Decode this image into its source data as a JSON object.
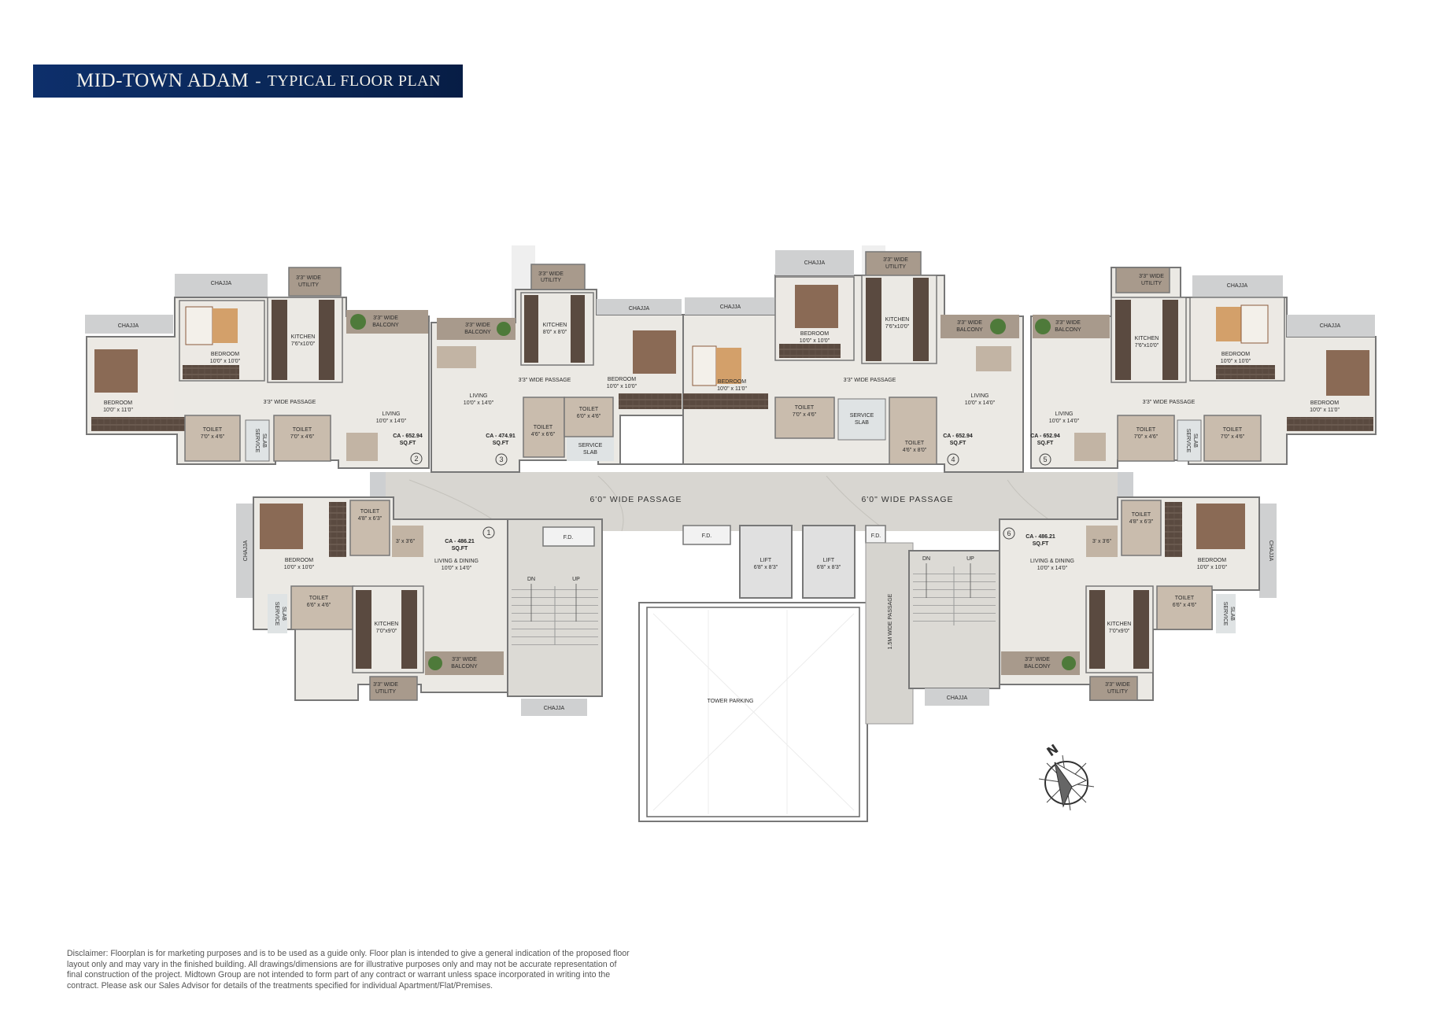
{
  "title": {
    "main": "MID-TOWN ADAM",
    "separator": "-",
    "sub": "TYPICAL FLOOR PLAN",
    "bg_color": "#0b2a5e"
  },
  "colors": {
    "wall": "#ffffff",
    "wall_outline": "#6b6b6b",
    "floor_marble": "#e9e7e2",
    "passage": "#d6d4cf",
    "chajja": "#cfd0d1",
    "toilet_floor": "#c9bcad",
    "balcony_floor": "#a89a8c",
    "wardrobe": "#5a4a40",
    "window": "#bfe3ea",
    "bed_cover": "#8a6a55"
  },
  "common": {
    "passage_left": "6'0\" WIDE PASSAGE",
    "passage_right": "6'0\" WIDE PASSAGE",
    "fd": "F.D.",
    "lift_label": "LIFT",
    "lift1_dim": "6'8\" x 8'3\"",
    "lift2_dim": "6'8\" x 8'3\"",
    "stair_dn": "DN",
    "stair_up": "UP",
    "chajja": "CHAJJA",
    "side_passage": "1.5M WIDE PASSAGE",
    "tower_parking": "TOWER PARKING",
    "compass_n": "N"
  },
  "units": {
    "u1": {
      "no": "1",
      "carpet": "CA - 486.21",
      "sqft": "SQ.FT",
      "bedroom": "BEDROOM",
      "bedroom_dim": "10'0\" x 10'0\"",
      "toilet1": "TOILET",
      "toilet1_dim": "4'8\" x 6'3\"",
      "toilet2": "TOILET",
      "toilet2_dim": "6'6\" x 4'6\"",
      "living": "LIVING & DINING",
      "living_dim": "10'0\" x 14'0\"",
      "kitchen": "KITCHEN",
      "kitchen_dim": "7'0\"x9'0\"",
      "balcony": "3'3\" WIDE",
      "balcony2": "BALCONY",
      "utility": "3'3\" WIDE",
      "utility2": "UTILITY",
      "service": "SERVICE",
      "service2": "SLAB",
      "chajja": "CHAJJA",
      "dining_dim": "3' x 3'6\""
    },
    "u2": {
      "no": "2",
      "carpet": "CA - 652.94",
      "sqft": "SQ.FT",
      "bedroom1": "BEDROOM",
      "bedroom1_dim": "10'0\" x 11'0\"",
      "bedroom2": "BEDROOM",
      "bedroom2_dim": "10'0\" x 10'0\"",
      "kitchen": "KITCHEN",
      "kitchen_dim": "7'6\"x10'0\"",
      "utility": "3'3\" WIDE",
      "utility2": "UTILITY",
      "balcony": "3'3\" WIDE",
      "balcony2": "BALCONY",
      "passage": "3'3\" WIDE PASSAGE",
      "toilet1": "TOILET",
      "toilet1_dim": "7'0\" x 4'6\"",
      "toilet2": "TOILET",
      "toilet2_dim": "7'0\" x 4'6\"",
      "service": "SERVICE",
      "service2": "SLAB",
      "living": "LIVING",
      "living_dim": "10'0\" x 14'0\"",
      "chajja1": "CHAJJA",
      "chajja2": "CHAJJA"
    },
    "u3": {
      "no": "3",
      "carpet": "CA - 474.91",
      "sqft": "SQ.FT",
      "balcony": "3'3\" WIDE",
      "balcony2": "BALCONY",
      "utility": "3'3\" WIDE",
      "utility2": "UTILITY",
      "kitchen": "KITCHEN",
      "kitchen_dim": "8'0\" x 8'0\"",
      "passage": "3'3\" WIDE PASSAGE",
      "living": "LIVING",
      "living_dim": "10'0\" x 14'0\"",
      "bedroom": "BEDROOM",
      "bedroom_dim": "10'0\" x 10'0\"",
      "toilet1": "TOILET",
      "toilet1_dim": "4'6\" x 6'6\"",
      "toilet2": "TOILET",
      "toilet2_dim": "6'0\" x 4'6\"",
      "service": "SERVICE",
      "service2": "SLAB",
      "chajja": "CHAJJA"
    },
    "u4": {
      "no": "4",
      "carpet": "CA - 652.94",
      "sqft": "SQ.FT",
      "bedroom1": "BEDROOM",
      "bedroom1_dim": "10'0\" x 11'0\"",
      "bedroom2": "BEDROOM",
      "bedroom2_dim": "10'0\" x 10'0\"",
      "kitchen": "KITCHEN",
      "kitchen_dim": "7'6\"x10'0\"",
      "utility": "3'3\" WIDE",
      "utility2": "UTILITY",
      "balcony": "3'3\" WIDE",
      "balcony2": "BALCONY",
      "passage": "3'3\" WIDE PASSAGE",
      "toilet1": "TOILET",
      "toilet1_dim": "7'0\" x 4'6\"",
      "toilet2": "TOILET",
      "toilet2_dim": "4'6\" x 8'0\"",
      "service": "SERVICE",
      "service2": "SLAB",
      "living": "LIVING",
      "living_dim": "10'0\" x 14'0\"",
      "chajja1": "CHAJJA",
      "chajja2": "CHAJJA"
    },
    "u5": {
      "no": "5",
      "carpet": "CA - 652.94",
      "sqft": "SQ.FT",
      "bedroom1": "BEDROOM",
      "bedroom1_dim": "10'0\" x 10'0\"",
      "bedroom2": "BEDROOM",
      "bedroom2_dim": "10'0\" x 11'0\"",
      "kitchen": "KITCHEN",
      "kitchen_dim": "7'6\"x10'0\"",
      "utility": "3'3\" WIDE",
      "utility2": "UTILITY",
      "balcony": "3'3\" WIDE",
      "balcony2": "BALCONY",
      "passage": "3'3\" WIDE PASSAGE",
      "toilet1": "TOILET",
      "toilet1_dim": "7'0\" x 4'6\"",
      "toilet2": "TOILET",
      "toilet2_dim": "7'0\" x 4'6\"",
      "service": "SERVICE",
      "service2": "SLAB",
      "living": "LIVING",
      "living_dim": "10'0\" x 14'0\"",
      "chajja1": "CHAJJA",
      "chajja2": "CHAJJA"
    },
    "u6": {
      "no": "6",
      "carpet": "CA - 486.21",
      "sqft": "SQ.FT",
      "bedroom": "BEDROOM",
      "bedroom_dim": "10'0\" x 10'0\"",
      "toilet1": "TOILET",
      "toilet1_dim": "4'8\" x 6'3\"",
      "toilet2": "TOILET",
      "toilet2_dim": "6'6\" x 4'6\"",
      "living": "LIVING & DINING",
      "living_dim": "10'0\" x 14'0\"",
      "kitchen": "KITCHEN",
      "kitchen_dim": "7'0\"x9'0\"",
      "balcony": "3'3\" WIDE",
      "balcony2": "BALCONY",
      "utility": "3'3\" WIDE",
      "utility2": "UTILITY",
      "service": "SERVICE",
      "service2": "SLAB",
      "chajja": "CHAJJA",
      "dining_dim": "3' x 3'6\""
    }
  },
  "disclaimer": {
    "line1": "Disclaimer: Floorplan is for marketing purposes and is to be used as a guide only. Floor plan is intended to give a general indication of the proposed floor",
    "line2": "layout only and may vary in the finished building. All drawings/dimensions are for illustrative purposes only and may not be accurate representation of",
    "line3": "final construction of the project. Midtown Group are not intended to form part of any contract or warrant unless space incorporated in writing into the",
    "line4": "contract. Please ask our Sales Advisor for details of the treatments specified for individual Apartment/Flat/Premises."
  }
}
